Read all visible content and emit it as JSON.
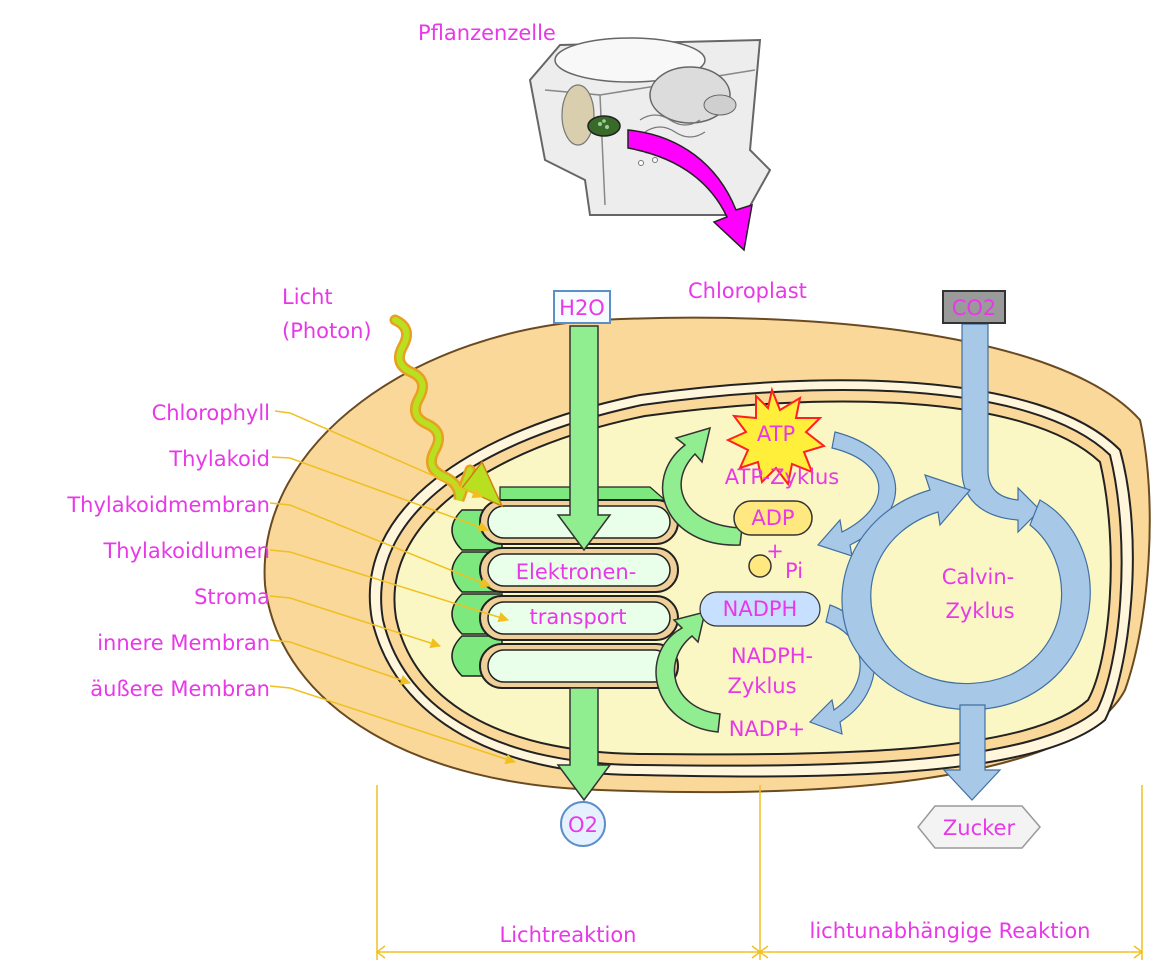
{
  "labels": {
    "plant_cell": "Pflanzenzelle",
    "light_line1": "Licht",
    "light_line2": "(Photon)",
    "chloroplast": "Chloroplast",
    "h2o": "H2O",
    "co2": "CO2",
    "o2": "O2",
    "sugar": "Zucker",
    "atp": "ATP",
    "atp_cycle": "ATP-Zyklus",
    "adp": "ADP",
    "plus": "+",
    "pi": "Pi",
    "nadph": "NADPH",
    "nadph_cycle_line1": "NADPH-",
    "nadph_cycle_line2": "Zyklus",
    "nadp_plus": "NADP+",
    "electron_transport_line1": "Elektronen-",
    "electron_transport_line2": "transport",
    "calvin_line1": "Calvin-",
    "calvin_line2": "Zyklus",
    "light_reaction": "Lichtreaktion",
    "dark_reaction": "lichtunabhängige Reaktion"
  },
  "callouts": [
    {
      "name": "chlorophyll",
      "text": "Chlorophyll"
    },
    {
      "name": "thylakoid",
      "text": "Thylakoid"
    },
    {
      "name": "thylakoid-membrane",
      "text": "Thylakoidmembran"
    },
    {
      "name": "thylakoid-lumen",
      "text": "Thylakoidlumen"
    },
    {
      "name": "stroma",
      "text": "Stroma"
    },
    {
      "name": "inner-membrane",
      "text": "innere Membran"
    },
    {
      "name": "outer-membrane",
      "text": "äußere Membran"
    }
  ],
  "colors": {
    "label_text": "#e838e8",
    "stroma": "#fbf7c4",
    "outer_envelope": "#f9d89a",
    "thylakoid_green": "#7de87d",
    "flow_arrow_blue": "#a8c8e8",
    "cell_arrow": "#ff00ff",
    "leader_line": "#f0c020"
  }
}
